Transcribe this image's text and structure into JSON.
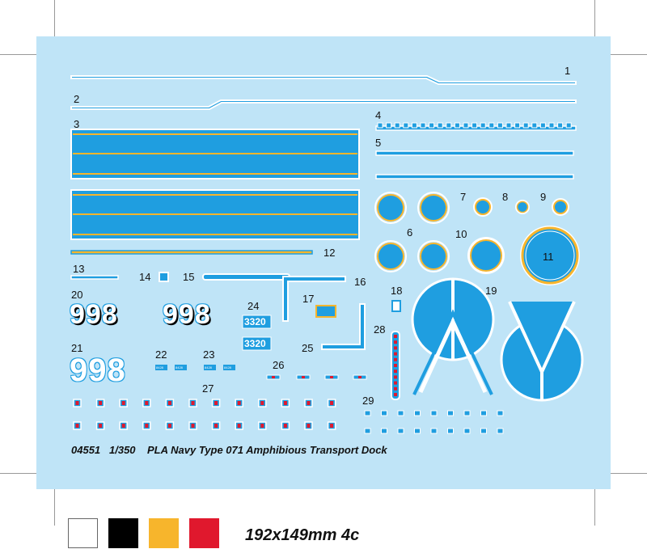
{
  "numbers": [
    "1",
    "2",
    "3",
    "4",
    "5",
    "6",
    "7",
    "8",
    "9",
    "10",
    "11",
    "12",
    "13",
    "14",
    "15",
    "16",
    "17",
    "18",
    "19",
    "20",
    "21",
    "22",
    "23",
    "24",
    "25",
    "26",
    "27",
    "28",
    "29"
  ],
  "decals": {
    "hull_number": "998",
    "pennant": "3320",
    "small_code": "8428"
  },
  "caption": {
    "code": "04551",
    "scale": "1/350",
    "title": "PLA Navy Type 071 Amphibious Transport Dock"
  },
  "colors": {
    "sheet": "#bfe4f7",
    "blue": "#1f9ee0",
    "yellow": "#f7b52c",
    "red": "#e0182d",
    "white": "#ffffff",
    "black": "#000000"
  },
  "swatches": [
    "white",
    "black",
    "yellow",
    "red"
  ],
  "size_label": "192x149mm 4c"
}
